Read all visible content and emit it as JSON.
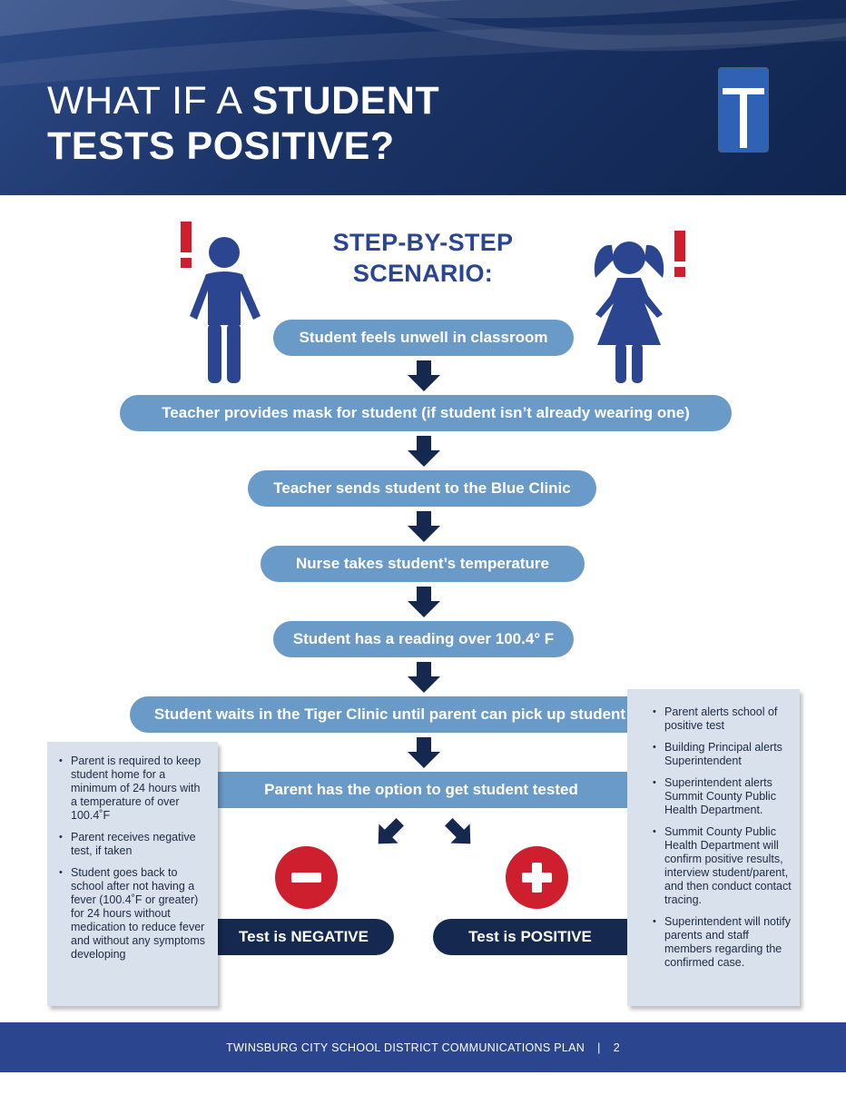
{
  "header": {
    "title_light": "WHAT IF A ",
    "title_bold_1": "STUDENT",
    "title_bold_2": "TESTS POSITIVE?"
  },
  "heading": {
    "line1": "STEP-BY-STEP",
    "line2": "SCENARIO:"
  },
  "steps": [
    "Student feels unwell in classroom",
    "Teacher provides mask for student (if student isn’t already wearing one)",
    "Teacher sends student to the Blue Clinic",
    "Nurse takes student’s temperature",
    "Student has a reading over 100.4° F",
    "Student waits in the Tiger Clinic until parent can pick up student",
    "Parent has the option to get student tested"
  ],
  "left_box": [
    "Parent is required to keep student home for a minimum of 24 hours with a temperature of over 100.4˚F",
    "Parent receives negative test, if taken",
    "Student goes back to school after not having a fever (100.4˚F or greater) for 24 hours without medication to reduce fever and without any symptoms developing"
  ],
  "right_box": [
    "Parent alerts school of positive test",
    "Building Principal alerts Superintendent",
    "Superintendent alerts Summit County Public Health Department.",
    "Summit County Public Health Department will confirm positive results, interview student/parent, and then conduct contact tracing.",
    "Superintendent will notify parents and staff members regarding the confirmed case."
  ],
  "results": {
    "negative": "Test is NEGATIVE",
    "positive": "Test is POSITIVE"
  },
  "footer": {
    "text": "TWINSBURG CITY SCHOOL DISTRICT COMMUNICATIONS PLAN",
    "separator": "|",
    "page": "2"
  },
  "icons": {
    "exclaim": "exclamation-icon",
    "boy": "boy-figure-icon",
    "girl": "girl-figure-icon",
    "minus": "minus-icon",
    "plus": "plus-icon",
    "logo": "district-logo-icon"
  },
  "colors": {
    "header_navy": "#10254f",
    "step_blue": "#6a9ac8",
    "heading_blue": "#2b4591",
    "figure_blue": "#2b4591",
    "alert_red": "#cd1f2d",
    "result_navy": "#15284f",
    "box_gray": "#d8e1ec",
    "footer_blue": "#2b468e"
  }
}
